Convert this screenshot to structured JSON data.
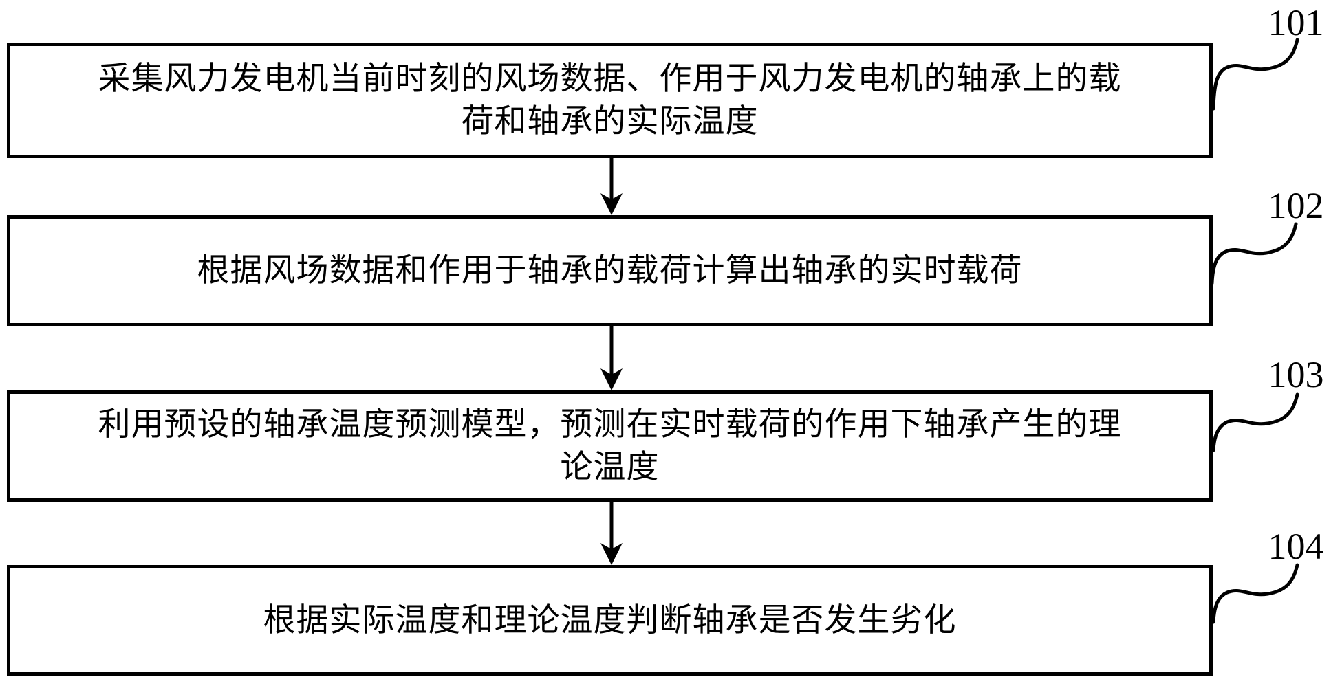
{
  "figure": {
    "type": "flowchart",
    "background_color": "#ffffff",
    "ink_color": "#000000",
    "steps": [
      {
        "ref": "101",
        "lines": [
          "采集风力发电机当前时刻的风场数据、作用于风力发电机的轴承上的载",
          "荷和轴承的实际温度"
        ],
        "full_text": "采集风力发电机当前时刻的风场数据、作用于风力发电机的轴承上的载荷和轴承的实际温度"
      },
      {
        "ref": "102",
        "lines": [
          "根据风场数据和作用于轴承的载荷计算出轴承的实时载荷"
        ],
        "full_text": "根据风场数据和作用于轴承的载荷计算出轴承的实时载荷"
      },
      {
        "ref": "103",
        "lines": [
          "利用预设的轴承温度预测模型，预测在实时载荷的作用下轴承产生的理",
          "论温度"
        ],
        "full_text": "利用预设的轴承温度预测模型，预测在实时载荷的作用下轴承产生的理论温度"
      },
      {
        "ref": "104",
        "lines": [
          "根据实际温度和理论温度判断轴承是否发生劣化"
        ],
        "full_text": "根据实际温度和理论温度判断轴承是否发生劣化"
      }
    ],
    "connections": [
      {
        "from": "101",
        "to": "102",
        "style": "arrow-down"
      },
      {
        "from": "102",
        "to": "103",
        "style": "arrow-down"
      },
      {
        "from": "103",
        "to": "104",
        "style": "arrow-down"
      }
    ]
  }
}
